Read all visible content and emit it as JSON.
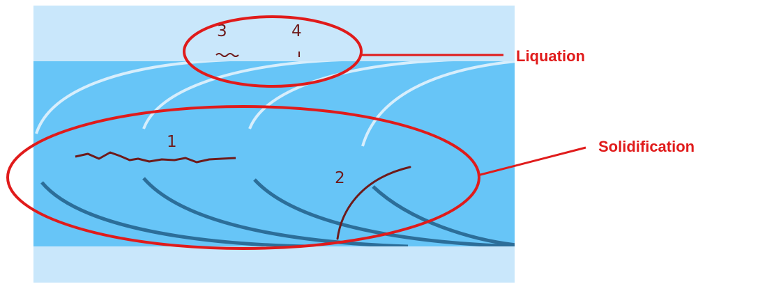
{
  "diagram": {
    "crack_labels": {
      "crack_1": "1",
      "crack_2": "2",
      "crack_3": "3",
      "crack_4": "4"
    },
    "callouts": {
      "liquation": "Liquation",
      "solidification": "Solidification"
    },
    "colors": {
      "plate_light": "#c9e7fb",
      "weld_bead": "#67c5f7",
      "callout_red": "#e01b1b",
      "crack_color": "#6e1a1a"
    }
  }
}
